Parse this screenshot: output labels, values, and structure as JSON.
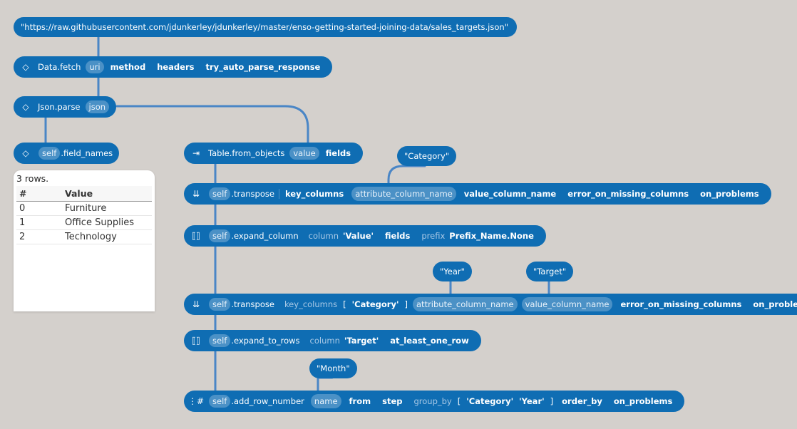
{
  "url_node": "\"https://raw.githubusercontent.com/jdunkerley/jdunkerley/master/enso-getting-started-joining-data/sales_targets.json\"",
  "nodes": {
    "data_fetch": {
      "icon": "diamond-icon",
      "name": "Data.fetch",
      "args": [
        "uri",
        "method",
        "headers",
        "try_auto_parse_response"
      ]
    },
    "json_parse": {
      "icon": "diamond-icon",
      "name": "Json.parse",
      "args": [
        "json"
      ]
    },
    "field_names": {
      "icon": "diamond-icon",
      "self": "self",
      "name": ".field_names"
    },
    "table_from_objects": {
      "icon": "arrow-into-table-icon",
      "name": "Table.from_objects",
      "args": [
        "value",
        "fields"
      ]
    },
    "transpose1": {
      "icon": "transpose-icon",
      "self": "self",
      "name": ".transpose",
      "args": [
        "key_columns",
        "attribute_column_name",
        "value_column_name",
        "error_on_missing_columns",
        "on_problems"
      ]
    },
    "expand_column": {
      "icon": "expand-icon",
      "self": "self",
      "name": ".expand_column",
      "args": [
        "column",
        "'Value'",
        "fields",
        "prefix",
        "Prefix_Name.None"
      ]
    },
    "transpose2": {
      "icon": "transpose-icon",
      "self": "self",
      "name": ".transpose",
      "args": [
        "key_columns",
        "[",
        "'Category'",
        "]",
        "attribute_column_name",
        "value_column_name",
        "error_on_missing_columns",
        "on_problems"
      ]
    },
    "expand_to_rows": {
      "icon": "expand-icon",
      "self": "self",
      "name": ".expand_to_rows",
      "args": [
        "column",
        "'Target'",
        "at_least_one_row"
      ]
    },
    "add_row_number": {
      "icon": "row-number-icon",
      "self": "self",
      "name": ".add_row_number",
      "args": [
        "name",
        "from",
        "step",
        "group_by",
        "[",
        "'Category'",
        "'Year'",
        "]",
        "order_by",
        "on_problems"
      ]
    }
  },
  "literals": {
    "category": "\"Category\"",
    "year": "\"Year\"",
    "target": "\"Target\"",
    "month": "\"Month\""
  },
  "table_view": {
    "row_count": "3 rows.",
    "columns": [
      "#",
      "Value"
    ],
    "rows": [
      [
        "0",
        "Furniture"
      ],
      [
        "1",
        "Office Supplies"
      ],
      [
        "2",
        "Technology"
      ]
    ]
  },
  "colors": {
    "node": "#0f6db3",
    "background": "#d4d0cc",
    "edge": "#3d7fc0"
  }
}
